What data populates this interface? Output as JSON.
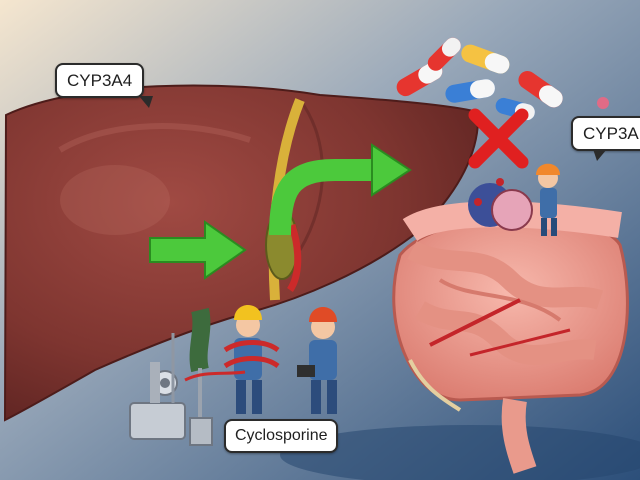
{
  "labels": {
    "enzyme_liver": "CYP3A4",
    "enzyme_intestine": "CYP3A",
    "drug": "Cyclosporine"
  },
  "icons": [
    "liver-icon",
    "intestine-icon",
    "pills-icon",
    "blocked-x-icon",
    "arrow-icon",
    "worker-icon",
    "machine-icon",
    "enzyme-icon"
  ],
  "colors": {
    "background": "#4f6c8f",
    "liver": "#8b3a35",
    "arrow": "#49c93b",
    "block": "#e02020",
    "intestine": "#f0a79a"
  }
}
